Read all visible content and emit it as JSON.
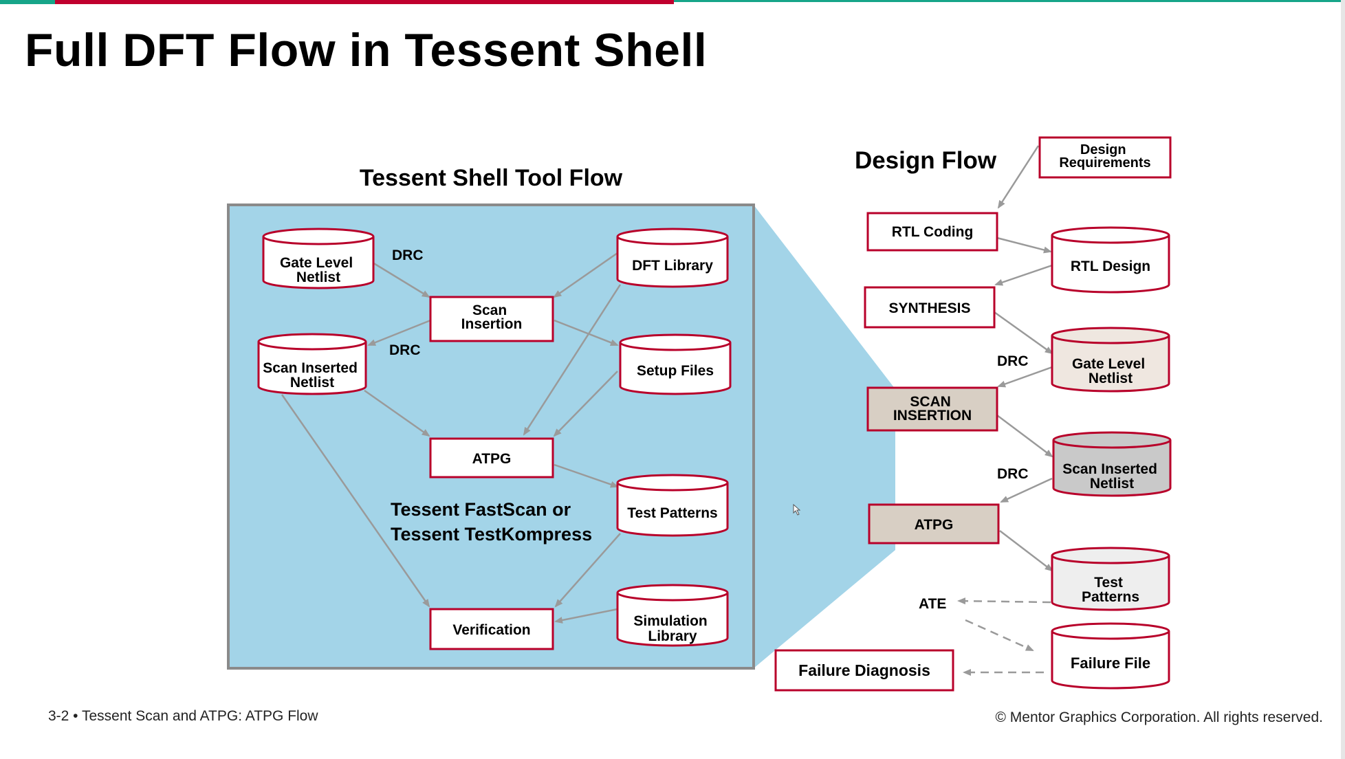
{
  "title": "Full DFT Flow in Tessent Shell",
  "footer": {
    "left": "3-2  •  Tessent Scan and ATPG: ATPG Flow",
    "right": "© Mentor Graphics Corporation. All rights reserved."
  },
  "colors": {
    "accent_red": "#c0002e",
    "accent_teal": "#17a589",
    "panel_blue": "#a3d4e8",
    "panel_border": "#8a8a8a",
    "shape_border": "#b8002a",
    "arrow_gray": "#9a9a9a",
    "process_tan": "#d8cfc4",
    "light_gray_fill": "#eeeeee",
    "mid_gray_fill": "#c9c9c9"
  },
  "tool_flow": {
    "heading": "Tessent Shell Tool Flow",
    "nodes": {
      "gate_level_netlist": [
        "Gate Level",
        "Netlist"
      ],
      "dft_library": [
        "DFT Library"
      ],
      "scan_insertion": [
        "Scan",
        "Insertion"
      ],
      "scan_inserted_netlist": [
        "Scan Inserted",
        "Netlist"
      ],
      "setup_files": [
        "Setup Files"
      ],
      "atpg": [
        "ATPG"
      ],
      "test_patterns": [
        "Test Patterns"
      ],
      "verification": [
        "Verification"
      ],
      "simulation_library": [
        "Simulation",
        "Library"
      ]
    },
    "drc_label_1": "DRC",
    "drc_label_2": "DRC",
    "tool_note": [
      "Tessent FastScan or",
      "Tessent TestKompress"
    ]
  },
  "design_flow": {
    "heading": "Design Flow",
    "nodes": {
      "design_requirements": [
        "Design",
        "Requirements"
      ],
      "rtl_coding": [
        "RTL Coding"
      ],
      "rtl_design": [
        "RTL Design"
      ],
      "synthesis": [
        "SYNTHESIS"
      ],
      "gate_level_netlist": [
        "Gate Level",
        "Netlist"
      ],
      "scan_insertion": [
        "SCAN",
        "INSERTION"
      ],
      "scan_inserted_netlist": [
        "Scan Inserted",
        "Netlist"
      ],
      "atpg": [
        "ATPG"
      ],
      "test_patterns": [
        "Test",
        "Patterns"
      ],
      "failure_file": [
        "Failure File"
      ],
      "failure_diagnosis": [
        "Failure Diagnosis"
      ]
    },
    "drc_label_1": "DRC",
    "drc_label_2": "DRC",
    "ate_label": "ATE"
  }
}
